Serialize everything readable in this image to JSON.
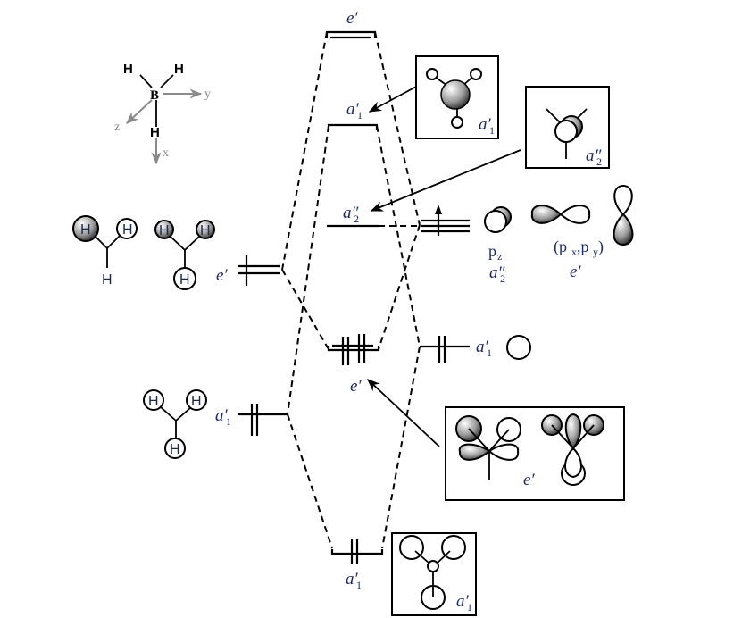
{
  "diagram": {
    "title": "BH3 molecular orbital diagram",
    "axes": {
      "x": "x",
      "y": "y",
      "z": "z"
    },
    "central_atom": "B",
    "hydrogen": "H",
    "mo_levels": {
      "top_e": "e′",
      "a1_antibonding": "a′",
      "a1_antibonding_sub": "1",
      "a2": "a″",
      "a2_sub": "2",
      "mid_e": "e′",
      "bottom_a1": "a′",
      "bottom_a1_sub": "1"
    },
    "left_fragment": {
      "e_label": "e′",
      "a1_label": "a′",
      "a1_sub": "1"
    },
    "right_fragment": {
      "a1_label": "a′",
      "a1_sub": "1",
      "pz_label": "p",
      "pz_sub": "z",
      "pz_sym": "a″",
      "pz_sym_sub": "2",
      "pxpy_label_open": "(p",
      "px_sub": "x",
      "comma": ",p",
      "py_sub": "y",
      "pxpy_label_close": ")",
      "pxpy_sym": "e′"
    },
    "boxes": {
      "a1_top": {
        "label": "a′",
        "sub": "1"
      },
      "a2": {
        "label": "a″",
        "sub": "2"
      },
      "e": {
        "label": "e′"
      },
      "a1_bottom": {
        "label": "a′",
        "sub": "1"
      }
    }
  }
}
